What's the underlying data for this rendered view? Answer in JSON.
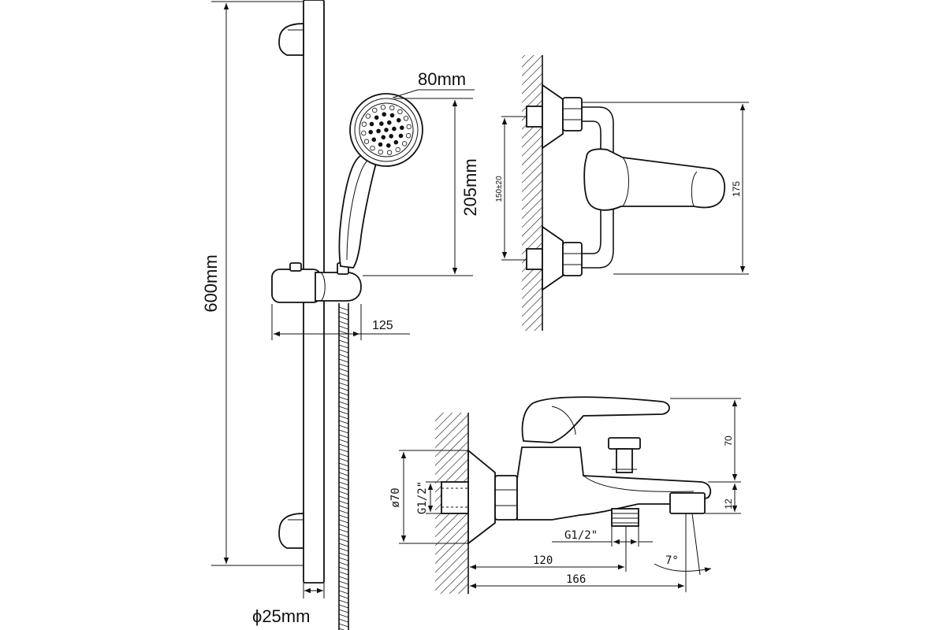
{
  "shower_set": {
    "bar_length": "600mm",
    "head_diameter": "80mm",
    "handset_length": "205mm",
    "bracket_offset": "125",
    "bar_diameter": "ϕ25mm"
  },
  "mixer_top_view": {
    "inlet_spacing": "150±20",
    "overall_height": "175"
  },
  "mixer_side_view": {
    "flange_diameter": "ø70",
    "inlet_thread": "G1/2\"",
    "outlet_thread": "G1/2\"",
    "body_height": "70",
    "spout_height": "12",
    "outlet_distance": "120",
    "spout_length": "166",
    "spout_angle": "7°"
  }
}
